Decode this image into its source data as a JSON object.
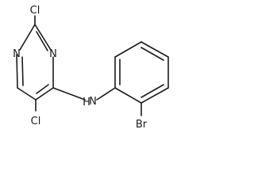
{
  "molecule": {
    "atoms": {
      "n_ring_top": "N",
      "cl_top": "Cl",
      "n_ring_right": "N",
      "nh_n": "N",
      "nh_h": "H",
      "cl_bottom": "Cl",
      "br": "Br"
    }
  }
}
